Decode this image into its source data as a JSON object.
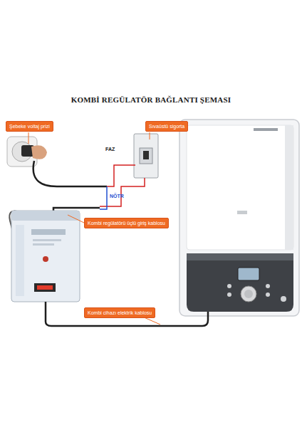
{
  "diagram": {
    "title": "KOMBİ REGÜLATÖR BAĞLANTI ŞEMASI",
    "nodes": [
      {
        "text": [
          "Şebeke voltaj prizi"
        ]
      },
      {
        "text": [
          "Sıvaüstü sigorta"
        ]
      },
      {
        "text": [
          "Kombi regülatörü üçlü giriş kablosu"
        ]
      },
      {
        "text": [
          "Kombi cihazı elektrik kablosu"
        ]
      }
    ],
    "labels": [
      "FAZ",
      "NÖTR"
    ]
  }
}
